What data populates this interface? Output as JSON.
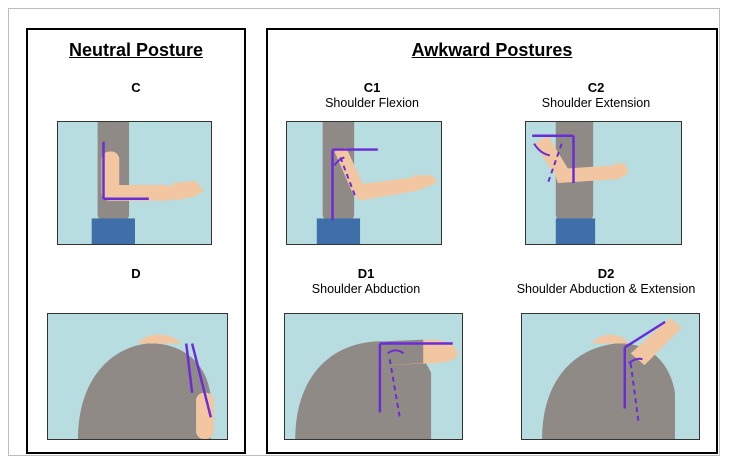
{
  "neutral": {
    "title": "Neutral Posture",
    "items": [
      {
        "code": "C",
        "desc": ""
      },
      {
        "code": "D",
        "desc": ""
      }
    ]
  },
  "awkward": {
    "title": "Awkward Postures",
    "items": [
      {
        "code": "C1",
        "desc": "Shoulder Flexion"
      },
      {
        "code": "C2",
        "desc": "Shoulder Extension"
      },
      {
        "code": "D1",
        "desc": "Shoulder Abduction"
      },
      {
        "code": "D2",
        "desc": "Shoulder Abduction & Extension"
      }
    ]
  },
  "colors": {
    "background": "#b7dde0",
    "shirt": "#8f8a86",
    "skin": "#f2c6a0",
    "jeans": "#3e6fa8",
    "angle_line": "#6b2bd6"
  }
}
